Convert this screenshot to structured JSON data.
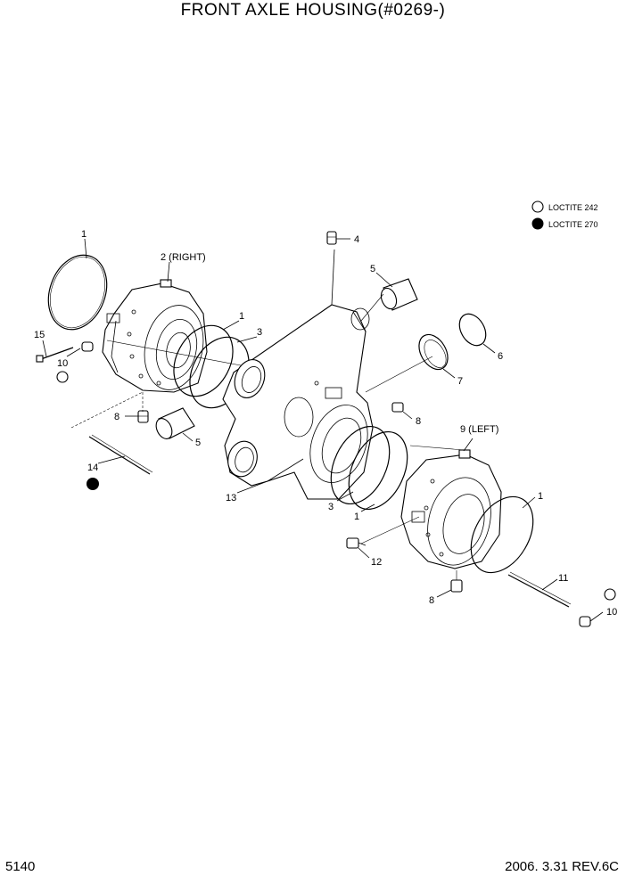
{
  "title": "FRONT AXLE HOUSING(#0269-)",
  "footer": {
    "page_number": "5140",
    "revision": "2006. 3.31  REV.6C"
  },
  "legend": [
    {
      "symbol": "open-circle",
      "label": "LOCTITE 242"
    },
    {
      "symbol": "filled-circle",
      "label": "LOCTITE 270"
    }
  ],
  "callouts": {
    "c1a": "1",
    "c2": "2 (RIGHT)",
    "c4": "4",
    "c5a": "5",
    "c15": "15",
    "c10a": "10",
    "c1b": "1",
    "c3a": "3",
    "c6": "6",
    "c7": "7",
    "c8a": "8",
    "c5b": "5",
    "c8b": "8",
    "c9": "9 (LEFT)",
    "c14": "14",
    "c13": "13",
    "c3b": "3",
    "c1c": "1",
    "c1d": "1",
    "c12": "12",
    "c11": "11",
    "c8c": "8",
    "c10b": "10"
  }
}
